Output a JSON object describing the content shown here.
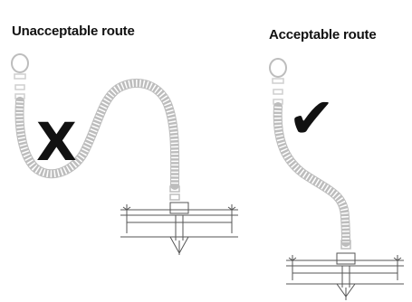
{
  "labels": {
    "unacceptable": "Unacceptable route",
    "acceptable": "Acceptable route"
  },
  "marks": {
    "unacceptable_mark": "X",
    "acceptable_mark": "✔"
  },
  "colors": {
    "hose": "#bdbdbd",
    "hose_rib": "#d9d9d9",
    "ink": "#111111",
    "faucet_line": "#555555"
  },
  "icons": [
    "x-mark-icon",
    "check-mark-icon",
    "faucet-icon",
    "hose-icon"
  ]
}
